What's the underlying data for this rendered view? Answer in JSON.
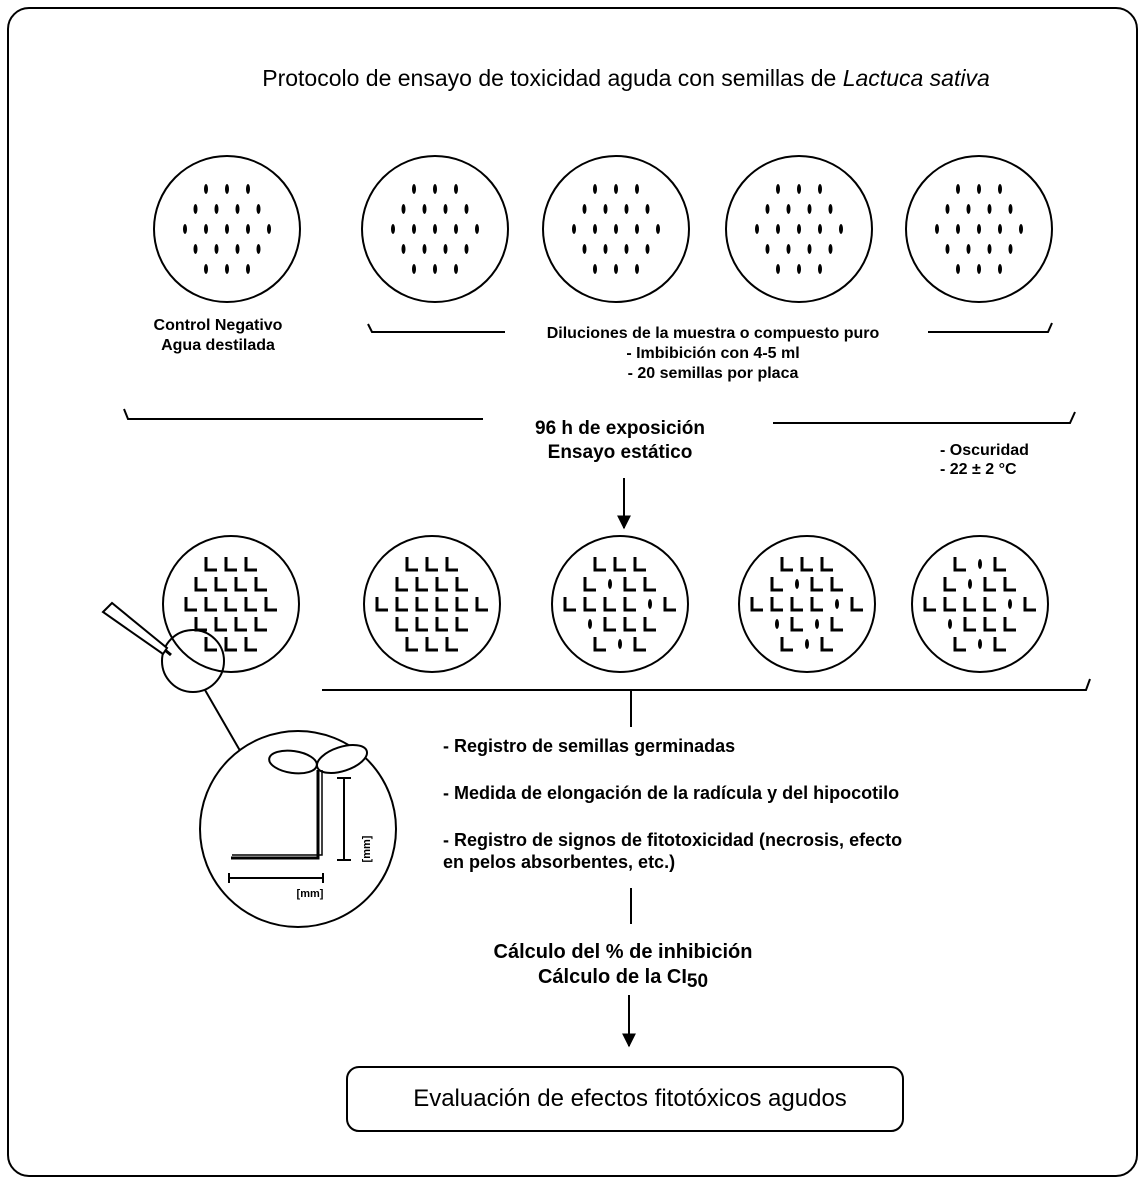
{
  "title": {
    "prefix": "Protocolo de ensayo de toxicidad aguda con semillas de ",
    "species": "Lactuca sativa"
  },
  "control": {
    "line1": "Control Negativo",
    "line2": "Agua destilada"
  },
  "dilutions": {
    "label": "Diluciones de la muestra o compuesto puro",
    "item1": "- Imbibición con 4-5 ml",
    "item2": "- 20 semillas por placa"
  },
  "exposure": {
    "line1": "96 h de exposición",
    "line2": "Ensayo estático"
  },
  "conditions": {
    "item1": "- Oscuridad",
    "item2": "- 22 ±  2 °C"
  },
  "measurements": {
    "item1": "- Registro de semillas germinadas",
    "item2": "- Medida de elongación de la radícula y del hipocotilo",
    "item3_line1": "- Registro de signos de fitotoxicidad (necrosis, efecto",
    "item3_line2": "en pelos absorbentes, etc.)"
  },
  "seedling_detail": {
    "vertical_unit": "[mm]",
    "horizontal_unit": "[mm]"
  },
  "calculation": {
    "line1": "Cálculo del % de inhibición",
    "line2_prefix": "Cálculo de la CI",
    "line2_subscript": "50"
  },
  "result": {
    "label": "Evaluación de efectos fitotóxicos agudos"
  },
  "dishes": {
    "seed_plates": 5,
    "germinated_plates": 5
  }
}
